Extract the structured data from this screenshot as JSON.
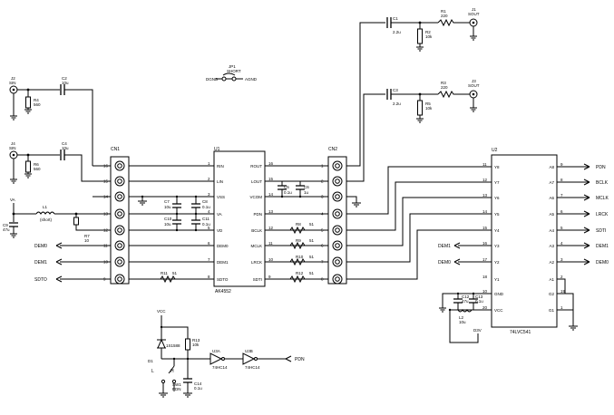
{
  "labels": {
    "cn1": "CN1",
    "u1": "U1",
    "cn2": "CN2",
    "u2": "U2",
    "u1_part": "AK4552",
    "u2_part": "74LVC541",
    "jp1": "JP1",
    "jp1_val": "SHORT",
    "dgnd": "DGND",
    "agnd": "AGND",
    "j1": "J1",
    "j1_val": "SOUT",
    "j2": "J2",
    "j2_val": "SIN",
    "j3": "J3",
    "j3_val": "SOUT",
    "j4": "J4",
    "j4_val": "SIN",
    "r1": "R1",
    "r1_val": "220",
    "r2": "R2",
    "r2_val": "10k",
    "r3": "R3",
    "r3_val": "220",
    "r5": "R5",
    "r5_val": "10k",
    "r4": "R4",
    "r4_val": "560",
    "r6": "R6",
    "r6_val": "560",
    "c1": "C1",
    "c1_val": "2.2u",
    "c3": "C3",
    "c3_val": "2.2u",
    "c2": "C2",
    "c2_val": "10u",
    "c4": "C4",
    "c4_val": "10u",
    "va": "VA",
    "l1": "L1",
    "l1_val": "(short)",
    "c9": "C9",
    "c9_val": "47u",
    "r7": "R7",
    "r7_val": "10",
    "c7": "C7",
    "c7_val": "10u",
    "c8": "C8",
    "c8_val": "0.1u",
    "c10": "C10",
    "c10_val": "10u",
    "c11": "C11",
    "c11_val": "0.1u",
    "c5": "C5",
    "c5_val": "0.1u",
    "c6": "C6",
    "c6_val": "1u",
    "r8": "R8",
    "r9": "R9",
    "r10": "R10",
    "r11": "R11",
    "r12": "R12",
    "r_val": "51",
    "dem0": "DEM0",
    "dem1": "DEM1",
    "sdto": "SDTO",
    "pdn": "PDN",
    "bclk": "BCLK",
    "mclk": "MCLK",
    "lrck": "LRCK",
    "sdti": "SDTI",
    "c12": "C12",
    "c12_val": "47u",
    "c13": "C13",
    "c13_val": "0.1u",
    "l2": "L2",
    "l2_val": "10u",
    "d3v": "D3V",
    "vcc": "VCC",
    "d1": "D1",
    "d1_val": "1S1588",
    "r13": "R13",
    "r13_val": "10k",
    "u3a": "U3A",
    "u3b": "U3B",
    "u3_part": "74HC14",
    "sw1": "SW1",
    "sw1_val": "PDN",
    "c14": "C14",
    "c14_val": "0.1u",
    "sw_l": "L",
    "sw_h": "H"
  },
  "u1_left": [
    {
      "num": "1",
      "name": "RIN"
    },
    {
      "num": "2",
      "name": "LIN"
    },
    {
      "num": "3",
      "name": "VSS"
    },
    {
      "num": "4",
      "name": "VA"
    },
    {
      "num": "5",
      "name": "VD"
    },
    {
      "num": "6",
      "name": "DEM0"
    },
    {
      "num": "7",
      "name": "DEM1"
    },
    {
      "num": "8",
      "name": "SDTO"
    }
  ],
  "u1_right": [
    {
      "num": "16",
      "name": "ROUT"
    },
    {
      "num": "15",
      "name": "LOUT"
    },
    {
      "num": "14",
      "name": "VCOM"
    },
    {
      "num": "13",
      "name": "PDN"
    },
    {
      "num": "12",
      "name": "BCLK"
    },
    {
      "num": "11",
      "name": "MCLK"
    },
    {
      "num": "10",
      "name": "LRCK"
    },
    {
      "num": "9",
      "name": "SDTI"
    }
  ],
  "cn1_pins": [
    "16",
    "15",
    "14",
    "13",
    "12",
    "11",
    "10",
    "9"
  ],
  "cn2_pins": [
    "1",
    "2",
    "3",
    "4",
    "5",
    "6",
    "7",
    "8"
  ],
  "u2_left": [
    {
      "num": "11",
      "name": "Y8"
    },
    {
      "num": "12",
      "name": "Y7"
    },
    {
      "num": "13",
      "name": "Y6"
    },
    {
      "num": "14",
      "name": "Y5"
    },
    {
      "num": "15",
      "name": "Y4"
    },
    {
      "num": "16",
      "name": "Y3"
    },
    {
      "num": "17",
      "name": "Y2"
    },
    {
      "num": "18",
      "name": "Y1"
    },
    {
      "num": "10",
      "name": "GND"
    },
    {
      "num": "20",
      "name": "VCC"
    }
  ],
  "u2_right": [
    {
      "num": "9",
      "name": "A8"
    },
    {
      "num": "8",
      "name": "A7"
    },
    {
      "num": "7",
      "name": "A6"
    },
    {
      "num": "6",
      "name": "A5"
    },
    {
      "num": "5",
      "name": "A4"
    },
    {
      "num": "4",
      "name": "A3"
    },
    {
      "num": "3",
      "name": "A2"
    },
    {
      "num": "2",
      "name": "A1"
    },
    {
      "num": "19",
      "name": "G2"
    },
    {
      "num": "1",
      "name": "G1"
    }
  ]
}
